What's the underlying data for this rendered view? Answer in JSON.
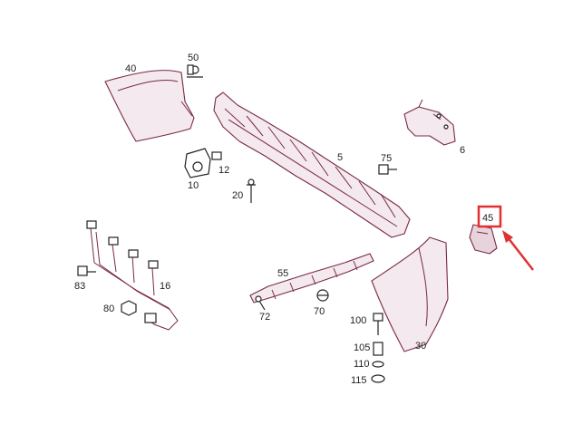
{
  "parts": [
    {
      "id": "p40",
      "label": "40"
    },
    {
      "id": "p50",
      "label": "50"
    },
    {
      "id": "p5",
      "label": "5"
    },
    {
      "id": "p6",
      "label": "6"
    },
    {
      "id": "p75",
      "label": "75"
    },
    {
      "id": "p12",
      "label": "12"
    },
    {
      "id": "p10",
      "label": "10"
    },
    {
      "id": "p20",
      "label": "20"
    },
    {
      "id": "p45",
      "label": "45"
    },
    {
      "id": "p83",
      "label": "83"
    },
    {
      "id": "p16",
      "label": "16"
    },
    {
      "id": "p55",
      "label": "55"
    },
    {
      "id": "p72",
      "label": "72"
    },
    {
      "id": "p70",
      "label": "70"
    },
    {
      "id": "p80",
      "label": "80"
    },
    {
      "id": "p100",
      "label": "100"
    },
    {
      "id": "p105",
      "label": "105"
    },
    {
      "id": "p110",
      "label": "110"
    },
    {
      "id": "p115",
      "label": "115"
    },
    {
      "id": "p30",
      "label": "30"
    }
  ],
  "highlight": {
    "label": "45",
    "color": "#e03030"
  },
  "colors": {
    "outline": "#7a2a44",
    "fill": "#f3e9ee",
    "text": "#222222"
  }
}
